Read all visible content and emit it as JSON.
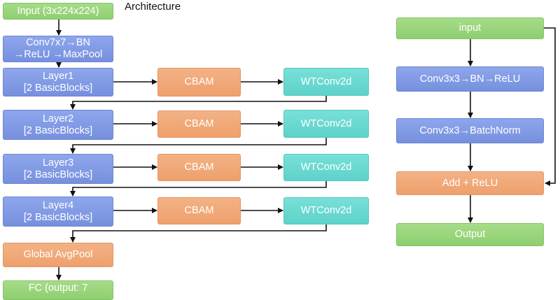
{
  "title": "Architecture",
  "left_nodes": {
    "input": "Input (3x224x224)",
    "stem": [
      "Conv7x7→BN",
      "→ReLU →MaxPool"
    ],
    "layer1": [
      "Layer1",
      "[2 BasicBlocks]"
    ],
    "layer2": [
      "Layer2",
      "[2 BasicBlocks]"
    ],
    "layer3": [
      "Layer3",
      "[2 BasicBlocks]"
    ],
    "layer4": [
      "Layer4",
      "[2 BasicBlocks]"
    ],
    "cbam": [
      "CBAM",
      "CBAM",
      "CBAM",
      "CBAM"
    ],
    "wtconv": [
      "WTConv2d",
      "WTConv2d",
      "WTConv2d",
      "WTConv2d"
    ],
    "pool": "Global AvgPool",
    "fc": "FC (output: 7"
  },
  "right_nodes": {
    "input": "input",
    "conv_bn_relu": "Conv3x3→BN→ReLU",
    "conv_bn": "Conv3x3→BatchNorm",
    "add_relu": "Add + ReLU",
    "output": "Output"
  },
  "colors": {
    "green": "#97d47a",
    "blue": "#7f99e4",
    "orange": "#f0a877",
    "teal": "#67d7ce",
    "arrow": "#111111"
  }
}
